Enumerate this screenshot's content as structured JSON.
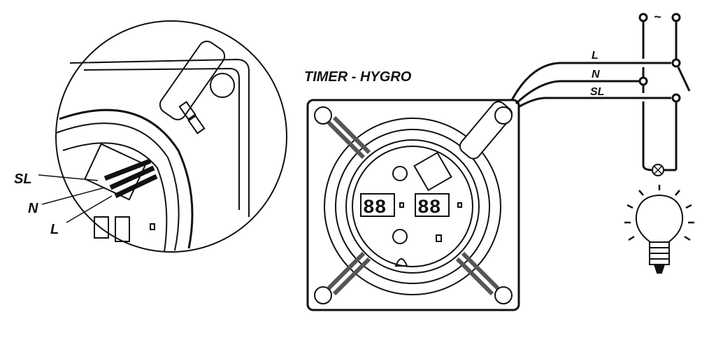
{
  "title": "TIMER - HYGRO",
  "detail_labels": {
    "sl": "SL",
    "n": "N",
    "l": "L"
  },
  "wiring_labels": {
    "l": "L",
    "n": "N",
    "sl": "SL"
  },
  "supply_symbol": "~",
  "displays": [
    "88",
    "88"
  ]
}
